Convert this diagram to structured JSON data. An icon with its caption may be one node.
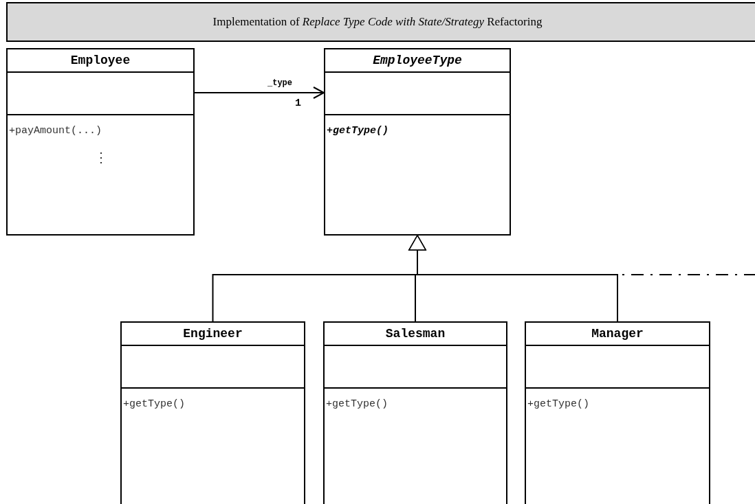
{
  "diagram": {
    "title": "Implementation of *Replace Type Code with State/Strategy* Refactoring",
    "nodes": [
      {
        "text": [
          "Employee",
          "+payAmount(...)",
          "⋮"
        ]
      },
      {
        "text": [
          "EmployeeType",
          "+getType()"
        ]
      },
      {
        "text": [
          "Engineer",
          "+getType()"
        ]
      },
      {
        "text": [
          "Salesman",
          "+getType()"
        ]
      },
      {
        "text": [
          "Manager",
          "+getType()"
        ]
      }
    ],
    "edges": [
      {
        "from": 0,
        "to": 1,
        "arrow": "to",
        "label": "_type"
      },
      {
        "from": 2,
        "to": 1,
        "arrow": "to"
      },
      {
        "from": 3,
        "to": 1,
        "arrow": "to"
      },
      {
        "from": 4,
        "to": 1,
        "arrow": "to"
      },
      {
        "from": null,
        "to": 1,
        "arrow": "to",
        "style": "dashed"
      }
    ],
    "labels": [
      "1"
    ]
  }
}
